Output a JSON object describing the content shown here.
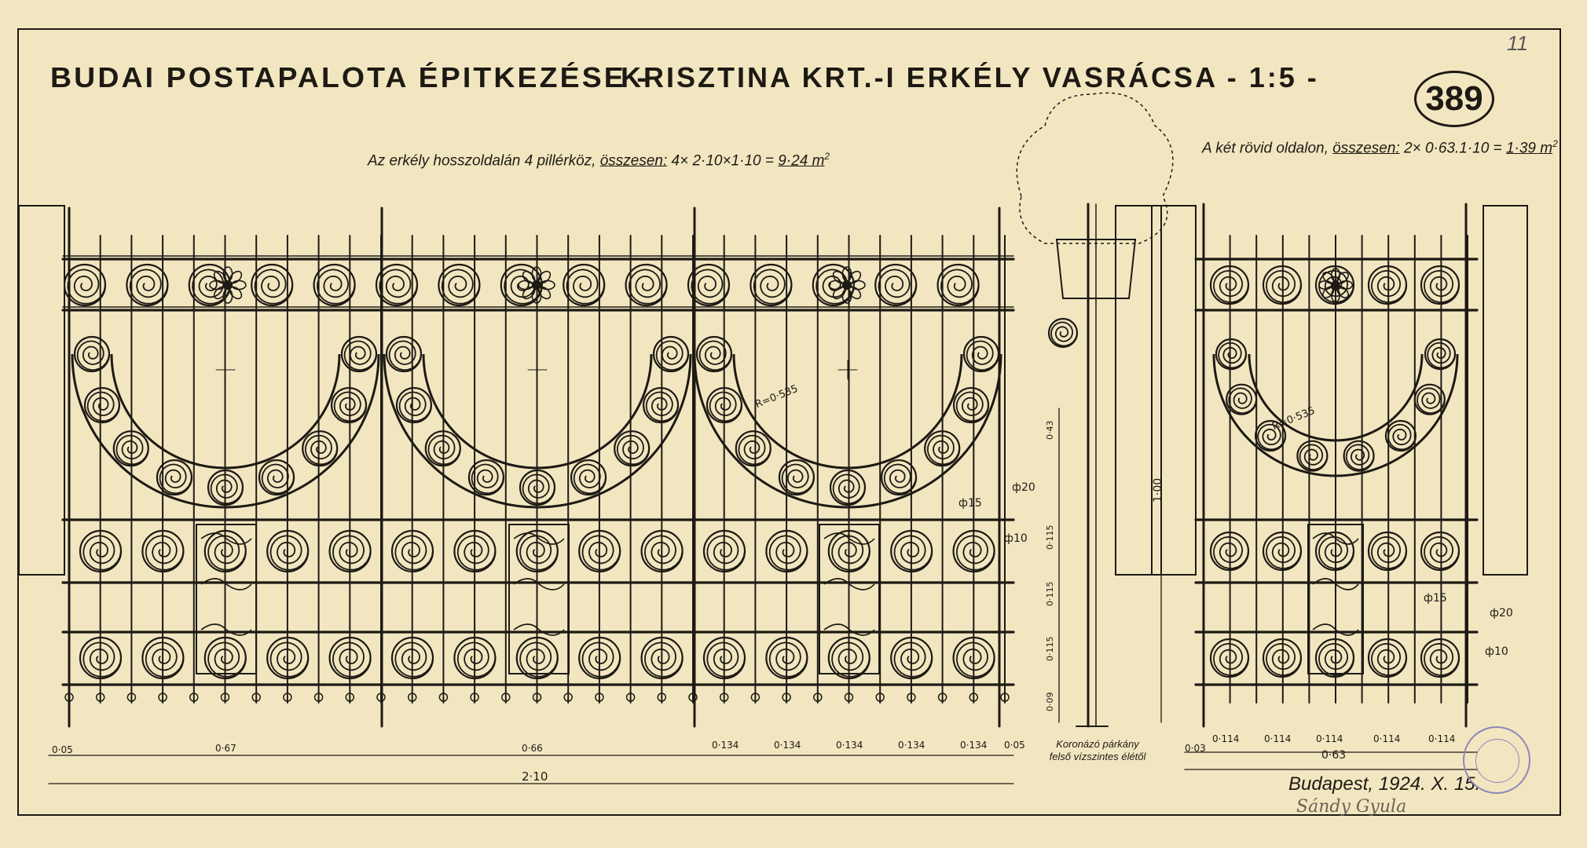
{
  "title": {
    "left": "BUDAI POSTAPALOTA ÉPITKEZÉSE -",
    "right": "KRISZTINA KRT.-I ERKÉLY VASRÁCSA - 1:5 -"
  },
  "sheet_number": "389",
  "corner_mark": "11",
  "notes": {
    "long_side_a": "Az erkély hosszoldalán 4 pillérköz,",
    "long_side_b": "összesen:",
    "long_side_c": "4× 2·10×1·10 =",
    "long_side_d": "9·24 m",
    "long_side_sup": "2",
    "short_side_a": "A két rövid oldalon,",
    "short_side_b": "összesen:",
    "short_side_c": "2× 0·63.1·10 =",
    "short_side_d": "1·39 m",
    "short_side_sup": "2"
  },
  "radius_label": "R=0·535",
  "rod_labels": {
    "d20": "ф20",
    "d15": "ф15",
    "d10": "ф10"
  },
  "dimensions": {
    "left_edge": "0·05",
    "bay1": "0·67",
    "bay2": "0·66",
    "pitch": "0·134",
    "end": "0·05",
    "total": "2·10",
    "short_edge": "0·03",
    "short_pitch": "0·114",
    "short_total": "0·63",
    "height": "1·00",
    "section_a": "0·43",
    "section_b": "0·115",
    "section_c": "0·115",
    "section_d": "0·115",
    "section_e": "0·09"
  },
  "section_note": "Koronázó párkány felső vízszintes élétől",
  "date": "Budapest, 1924. X. 15.",
  "signature": "Sándy Gyula"
}
